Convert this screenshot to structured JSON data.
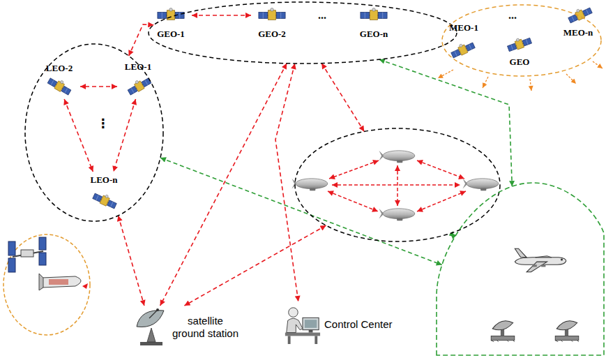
{
  "diagram": {
    "nodes": [
      {
        "text": []
      },
      {
        "text": [
          "GEO-1"
        ],
        "in": 0
      },
      {
        "text": [
          "GEO-2"
        ],
        "in": 0
      },
      {
        "text": [
          "GEO-n"
        ],
        "in": 0
      },
      {
        "text": []
      },
      {
        "text": [
          "MEO-1"
        ],
        "in": 4
      },
      {
        "text": [
          "MEO-n"
        ],
        "in": 4
      },
      {
        "text": [
          "GEO"
        ],
        "in": 4
      },
      {
        "text": []
      },
      {
        "text": [
          "LEO-2"
        ],
        "in": 8
      },
      {
        "text": [
          "LEO-1"
        ],
        "in": 8
      },
      {
        "text": [
          "LEO-n"
        ],
        "in": 8
      },
      {
        "text": []
      },
      {
        "text": [
          "satellite ground station"
        ]
      },
      {
        "text": [
          "Control Center"
        ]
      },
      {
        "text": []
      }
    ],
    "edges": [
      {
        "from": 1,
        "to": 2,
        "arrow": "both"
      },
      {
        "from": 10,
        "to": 9,
        "arrow": "both"
      },
      {
        "from": 9,
        "to": 11,
        "arrow": "both"
      },
      {
        "from": 10,
        "to": 11,
        "arrow": "both"
      },
      {
        "from": 0,
        "to": 8,
        "arrow": "both"
      },
      {
        "from": 0,
        "to": 12,
        "arrow": "both"
      },
      {
        "from": 0,
        "to": 13,
        "arrow": "both"
      },
      {
        "from": 0,
        "to": 14,
        "arrow": "both"
      },
      {
        "from": 0,
        "to": 15,
        "arrow": "both"
      },
      {
        "from": 8,
        "to": 13,
        "arrow": "both"
      },
      {
        "from": 8,
        "to": 15,
        "arrow": "both"
      },
      {
        "from": 12,
        "to": 13,
        "arrow": "both"
      },
      {
        "from": 12,
        "to": 15,
        "arrow": "both"
      }
    ],
    "labels": [
      "...",
      "⋮",
      "..."
    ]
  }
}
